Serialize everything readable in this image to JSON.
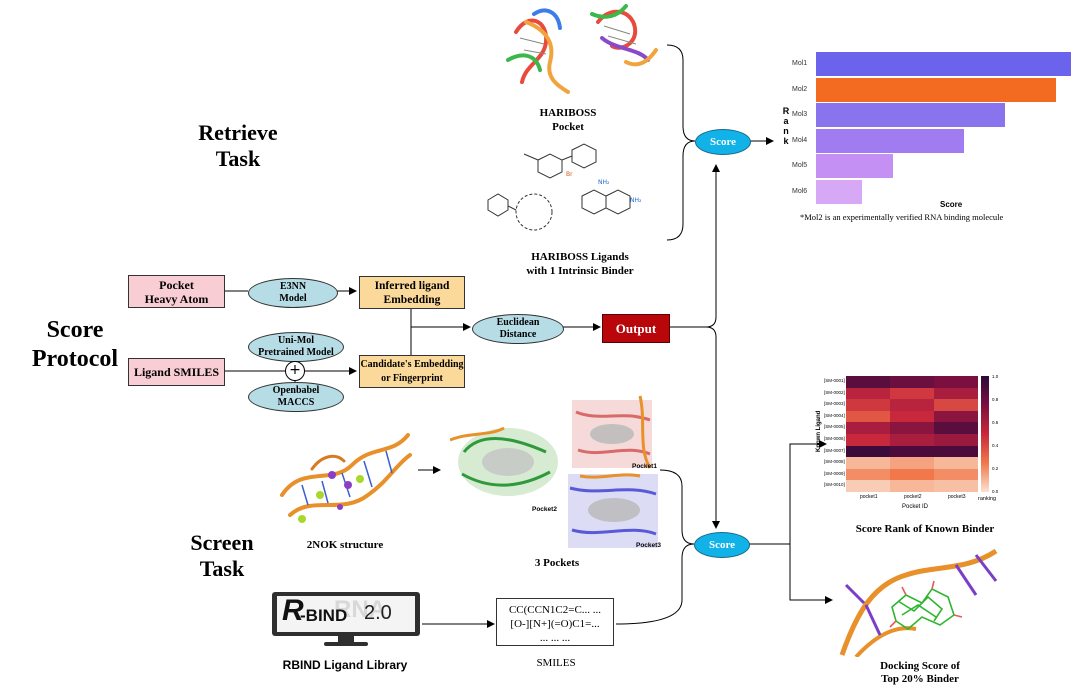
{
  "sections": {
    "retrieve": "Retrieve\nTask",
    "score_protocol": "Score\nProtocol",
    "screen": "Screen\nTask"
  },
  "retrieve": {
    "pocket_caption": "HARIBOSS\nPocket",
    "ligands_caption": "HARIBOSS Ligands\nwith 1 Intrinsic Binder"
  },
  "protocol": {
    "pocket_heavy_atom": "Pocket\nHeavy Atom",
    "ligand_smiles": "Ligand SMILES",
    "e3nn": "E3NN\nModel",
    "unimol": "Uni-Mol\nPretrained Model",
    "openbabel": "Openbabel\nMACCS",
    "combine_symbol": "+",
    "inferred_embedding": "Inferred ligand\nEmbedding",
    "candidate_embedding": "Candidate's Embedding\nor Fingerprint",
    "euclidean": "Euclidean\nDistance",
    "output": "Output",
    "score": "Score"
  },
  "screen": {
    "structure_caption": "2NOK structure",
    "pockets_caption": "3 Pockets",
    "pocket1": "Pocket1",
    "pocket2": "Pocket2",
    "pocket3": "Pocket3",
    "rbind_logo_r": "R",
    "rbind_logo_bind": "-BIND",
    "rbind_logo_version": "2.0",
    "rbind_logo_bg": "RNA",
    "library_caption": "RBIND Ligand Library",
    "smiles_line1": "CC(CCN1C2=C... ...",
    "smiles_line2": "[O-][N+](=O)C1=...",
    "smiles_line3": "... ... ...",
    "smiles_caption": "SMILES",
    "score": "Score",
    "heatmap_caption": "Score Rank of Known Binder",
    "docking_caption": "Docking Score of\nTop 20% Binder"
  },
  "colors": {
    "pink_box": "#f8cdd3",
    "yellow_box": "#fbd99a",
    "blue_ellipse": "#b6dce6",
    "score_ellipse": "#10b2e8",
    "output_box": "#b8060b",
    "bar_purple": "#6b63ec",
    "bar_orange": "#f26b21"
  },
  "chart_data": [
    {
      "type": "bar",
      "orientation": "horizontal",
      "categories": [
        "Mol1",
        "Mol2",
        "Mol3",
        "Mol4",
        "Mol5",
        "Mol6"
      ],
      "values": [
        1.0,
        0.94,
        0.74,
        0.58,
        0.3,
        0.18
      ],
      "colors": [
        "#6b63ec",
        "#f26b21",
        "#8a74ee",
        "#a07cf0",
        "#c490f4",
        "#d7a8f6"
      ],
      "xlabel": "Score",
      "ylabel": "Rank",
      "note": "*Mol2 is an experimentally verified RNA binding molecule"
    },
    {
      "type": "heatmap",
      "x": [
        "pocket1",
        "pocket2",
        "pocket3"
      ],
      "y": [
        "[SM-0001]",
        "[SM-0002]",
        "[SM-0003]",
        "[SM-0004]",
        "[SM-0005]",
        "[SM-0006]",
        "[SM-0007]",
        "[SM-0008]",
        "[SM-0009]",
        "[SM-0010]"
      ],
      "values": [
        [
          0.85,
          0.8,
          0.75
        ],
        [
          0.55,
          0.45,
          0.6
        ],
        [
          0.45,
          0.55,
          0.4
        ],
        [
          0.35,
          0.5,
          0.7
        ],
        [
          0.6,
          0.7,
          0.85
        ],
        [
          0.5,
          0.6,
          0.65
        ],
        [
          0.95,
          0.9,
          0.9
        ],
        [
          0.1,
          0.15,
          0.1
        ],
        [
          0.2,
          0.25,
          0.2
        ],
        [
          0.05,
          0.1,
          0.08
        ]
      ],
      "xlabel": "Pocket ID",
      "ylabel": "Known Ligand",
      "colorbar_label": "ranking",
      "colorbar_ticks": [
        "1.0",
        "0.8",
        "0.6",
        "0.4",
        "0.2",
        "0.0"
      ],
      "range": [
        0.0,
        1.0
      ]
    }
  ]
}
